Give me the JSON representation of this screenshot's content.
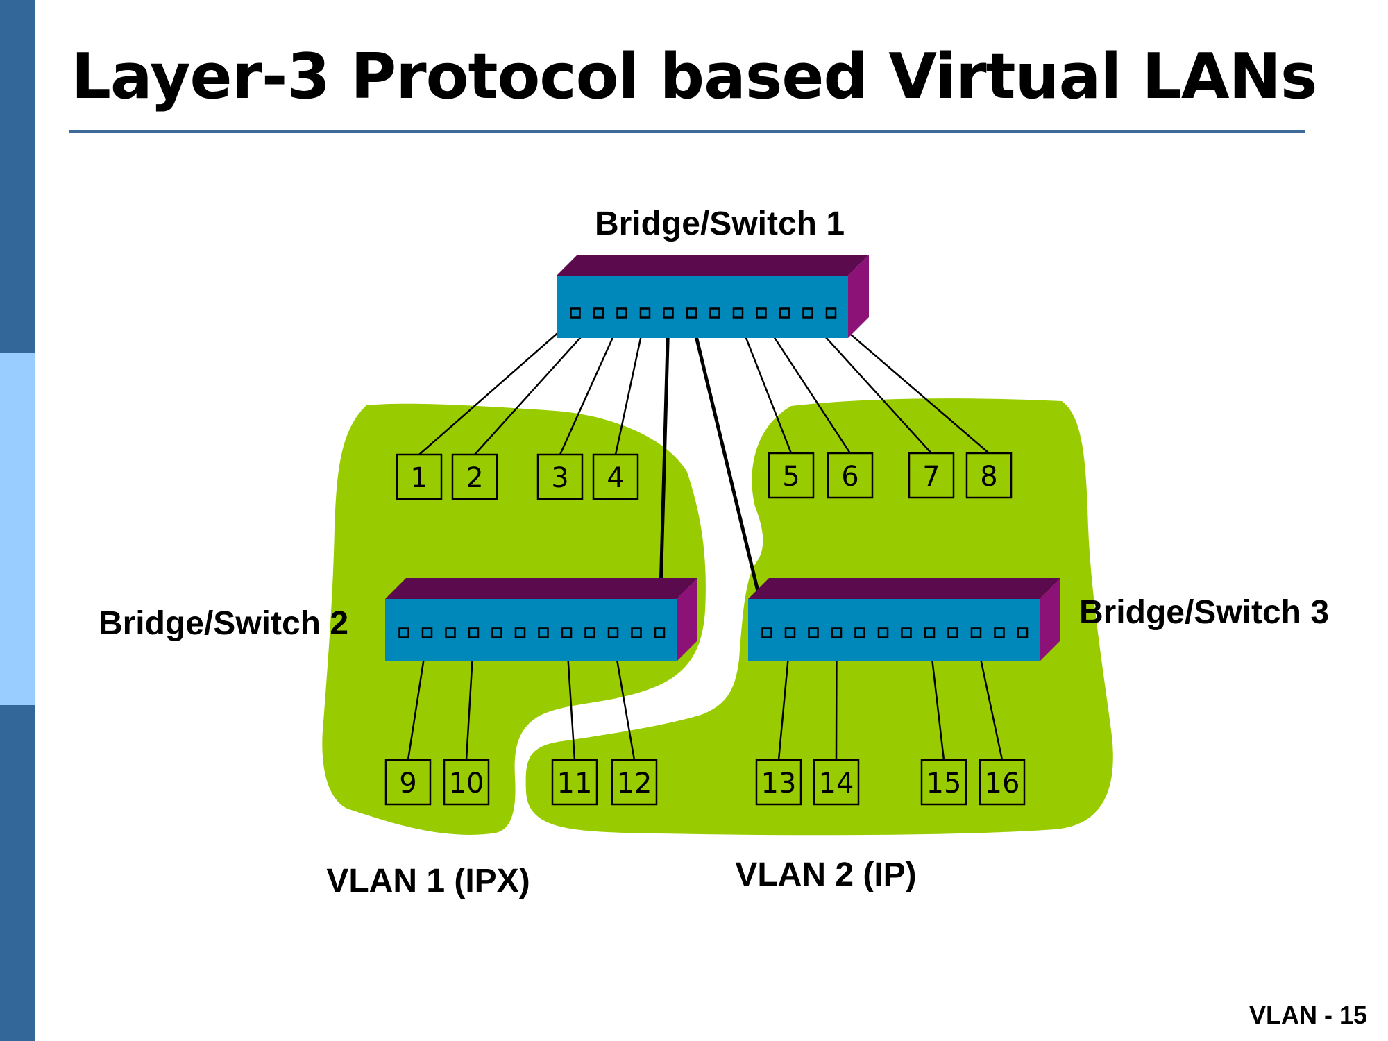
{
  "slide": {
    "title": "Layer-3 Protocol based Virtual LANs",
    "footer": "VLAN - 15"
  },
  "colors": {
    "sidebar_dark": "#336699",
    "sidebar_light": "#99ccff",
    "rule": "#3d6a98",
    "vlan_region": "#99cc00",
    "switch_front": "#0088bb",
    "switch_top": "#5c0a4e",
    "switch_side": "#8c1278"
  },
  "diagram": {
    "switches": [
      {
        "id": "sw1",
        "label": "Bridge/Switch 1",
        "ports": 12
      },
      {
        "id": "sw2",
        "label": "Bridge/Switch 2",
        "ports": 12
      },
      {
        "id": "sw3",
        "label": "Bridge/Switch 3",
        "ports": 12
      }
    ],
    "stations": [
      {
        "label": "1",
        "switch": "sw1",
        "port": 1,
        "vlan": "VLAN 1 (IPX)"
      },
      {
        "label": "2",
        "switch": "sw1",
        "port": 2,
        "vlan": "VLAN 1 (IPX)"
      },
      {
        "label": "3",
        "switch": "sw1",
        "port": 3,
        "vlan": "VLAN 1 (IPX)"
      },
      {
        "label": "4",
        "switch": "sw1",
        "port": 4,
        "vlan": "VLAN 1 (IPX)"
      },
      {
        "label": "5",
        "switch": "sw1",
        "port": 8,
        "vlan": "VLAN 2 (IP)"
      },
      {
        "label": "6",
        "switch": "sw1",
        "port": 9,
        "vlan": "VLAN 2 (IP)"
      },
      {
        "label": "7",
        "switch": "sw1",
        "port": 11,
        "vlan": "VLAN 2 (IP)"
      },
      {
        "label": "8",
        "switch": "sw1",
        "port": 12,
        "vlan": "VLAN 2 (IP)"
      },
      {
        "label": "9",
        "switch": "sw2",
        "port": 2,
        "vlan": "VLAN 1 (IPX)"
      },
      {
        "label": "10",
        "switch": "sw2",
        "port": 4,
        "vlan": "VLAN 1 (IPX)"
      },
      {
        "label": "11",
        "switch": "sw2",
        "port": 8,
        "vlan": "VLAN 2 (IP)"
      },
      {
        "label": "12",
        "switch": "sw2",
        "port": 10,
        "vlan": "VLAN 2 (IP)"
      },
      {
        "label": "13",
        "switch": "sw3",
        "port": 2,
        "vlan": "VLAN 2 (IP)"
      },
      {
        "label": "14",
        "switch": "sw3",
        "port": 4,
        "vlan": "VLAN 2 (IP)"
      },
      {
        "label": "15",
        "switch": "sw3",
        "port": 8,
        "vlan": "VLAN 2 (IP)"
      },
      {
        "label": "16",
        "switch": "sw3",
        "port": 10,
        "vlan": "VLAN 2 (IP)"
      }
    ],
    "trunks": [
      {
        "from": "sw1",
        "from_port": 5,
        "to": "sw2",
        "to_port": 12
      },
      {
        "from": "sw1",
        "from_port": 6,
        "to": "sw3",
        "to_port": 1
      }
    ],
    "vlans": [
      {
        "label": "VLAN 1 (IPX)"
      },
      {
        "label": "VLAN 2 (IP)"
      }
    ]
  }
}
